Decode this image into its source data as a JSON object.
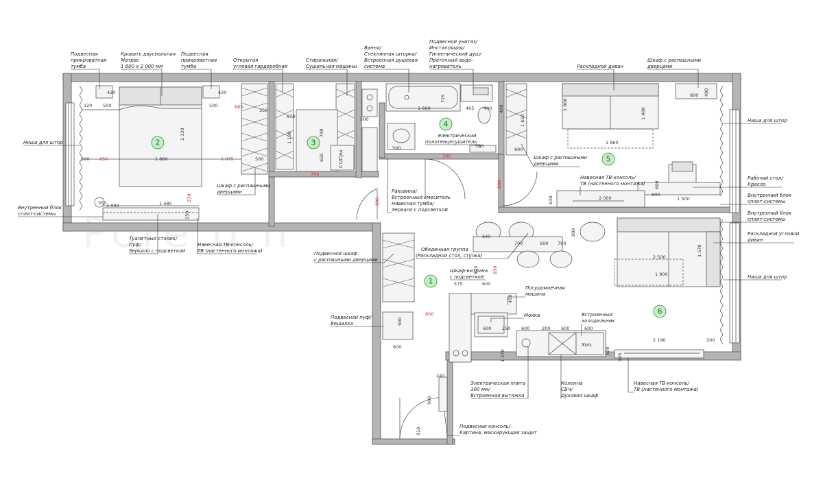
{
  "rooms": [
    "1",
    "2",
    "3",
    "4",
    "5",
    "6"
  ],
  "labels": {
    "hanging_nightstand_l": [
      "Подвесная",
      "прикроватная",
      "тумба"
    ],
    "double_bed": [
      "Кровать двуспальная",
      "Матрас",
      "1 600 х 2 000 мм"
    ],
    "hanging_nightstand_r": [
      "Подвесная",
      "прикроватная",
      "тумба"
    ],
    "open_wardrobe": [
      "Открытая",
      "угловая гардеробная"
    ],
    "washer_dryer": [
      "Стиральная/",
      "Сушильная машины"
    ],
    "bath_set": [
      "Ванна/",
      "Стеклянная шторка/",
      "Встроенная душевая",
      "система"
    ],
    "wc_set": [
      "Подвесной унитаз/",
      "Инсталляция/",
      "Гигиенический душ/",
      "Проточный водо-",
      "нагреватель"
    ],
    "sofa_bed": [
      "Раскладной диван"
    ],
    "wardrobe_tr": [
      "Шкаф с распашными",
      "дверцами"
    ],
    "curtain_niche_l": [
      "Ниша для штор"
    ],
    "curtain_niche_r1": [
      "Ниша для штор"
    ],
    "towel_dryer": [
      "Электрический",
      "полотенцесушитель"
    ],
    "wardrobe_5": [
      "Шкаф с распашными",
      "дверцами"
    ],
    "tv_console_5": [
      "Навесная ТВ-консоль/",
      "ТВ (настенного монтажа)"
    ],
    "desk": [
      "Рабочий стол/",
      "Кресло"
    ],
    "ac_unit_r1": [
      "Внутренний блок",
      "сплит-системы"
    ],
    "ac_unit_r2": [
      "Внутренний блок",
      "сплит-системы"
    ],
    "corner_sofa": [
      "Раскладной угловой",
      "диван"
    ],
    "curtain_niche_r2": [
      "Ниша для штор"
    ],
    "wardrobe_2": [
      "Шкаф с распашными",
      "дверцами"
    ],
    "ac_unit_l": [
      "Внутренний блок",
      "сплит-системы"
    ],
    "sink_bath": [
      "Раковина/",
      "Встроенный смеситель",
      "Навесная тумба/",
      "Зеркало с подсветкой"
    ],
    "vanity": [
      "Туалетный столик/",
      "Пуф/",
      "Зеркало с подсветкой"
    ],
    "tv_console_2": [
      "Навесная ТВ-консоль/",
      "ТВ (настенного монтажа)"
    ],
    "hall_wardrobe": [
      "Подвесной шкаф",
      "с распашными дверцами"
    ],
    "dining": [
      "Обеденная группа",
      "(Раскладной стол, стулья)"
    ],
    "display_cabinet": [
      "Шкаф-витрина",
      "с подсветкой"
    ],
    "dishwasher": [
      "Посудомоечная",
      "машина"
    ],
    "hanging_pouf": [
      "Подвесной пуф/",
      "Вешалка"
    ],
    "sink_kitchen": [
      "Мойка"
    ],
    "fridge": [
      "Встроенный",
      "холодильник"
    ],
    "hob": [
      "Электрическая плита",
      "300 мм/",
      "Встроенная вытяжка"
    ],
    "column": [
      "Колонна",
      "СВЧ/",
      "Духовой шкаф"
    ],
    "tv_console_6": [
      "Навесная ТВ-консоль/",
      "ТВ (настенного монтажа)"
    ],
    "hanging_console": [
      "Подвесная консоль/",
      "Картина, маскирующая защит"
    ]
  },
  "inline_text": {
    "fridge_mark": "Хол.",
    "wd_mark": "Ст/Суш"
  },
  "dims_black": [
    "420",
    "500",
    "1 860",
    "2 330",
    "500",
    "420",
    "120",
    "200",
    "350",
    "1 000",
    "1 480",
    "250",
    "350",
    "670",
    "500",
    "1 190",
    "740",
    "650",
    "500",
    "1 600",
    "725",
    "405",
    "400",
    "500",
    "500",
    "1 060",
    "1 960",
    "1 480",
    "800",
    "400",
    "400",
    "1 650",
    "600",
    "600",
    "630",
    "2 000",
    "600",
    "1 500",
    "640",
    "700",
    "600",
    "700",
    "800",
    "1 570",
    "2 500",
    "1 900",
    "575",
    "600",
    "450",
    "600",
    "250",
    "600",
    "200",
    "600",
    "600",
    "2 190",
    "200",
    "600",
    "1 270",
    "900",
    "600",
    "905",
    "240",
    "900",
    "910",
    "915"
  ],
  "dims_red": [
    "685",
    "650",
    "1 075",
    "570",
    "700",
    "900",
    "700",
    "800",
    "800",
    "850"
  ],
  "watermark_text": "Pore o n",
  "colors": {
    "wall_fill": "#b4b4b4",
    "line": "#444444",
    "room_marker_fill": "#c8edc9",
    "room_marker_stroke": "#2d8a36",
    "red_dim": "#d0282c"
  }
}
